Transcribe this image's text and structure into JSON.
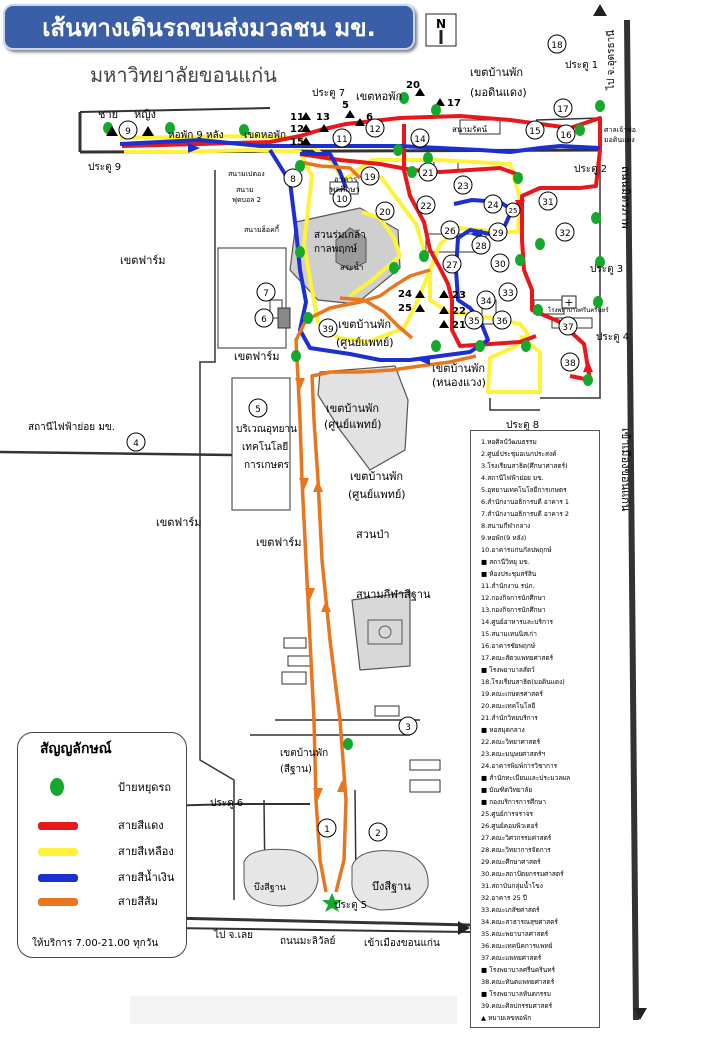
{
  "title": "เส้นทางเดินรถขนส่งมวลชน มข.",
  "university_name": "มหาวิทยาลัยขอนแก่น",
  "map": {
    "labels": {
      "gate1": "ประตู 1",
      "gate2": "ประตู 2",
      "gate3": "ประตู 3",
      "gate4": "ประตู 4",
      "gate5": "ประตู 5",
      "gate6": "ประตู 6",
      "gate7": "ประตู 7",
      "gate8": "ประตู 8",
      "gate9": "ประตู 9",
      "to_udon": "ไป จ.อุดรธานี",
      "road_mittraphap": "ถนนมิตรภาพ",
      "to_khonkaen_city": "เข้าเมืองขอนแก่น",
      "to_khonkaen_city_bottom": "เข้าเมืองขอนแก่น",
      "to_loei": "ไป จ.เลย",
      "road_mali": "ถนนมะลิวัลย์",
      "men": "ชาย",
      "women": "หญิง",
      "dorm9": "หอพัก 9 หลัง",
      "dorm_zone_top": "เขตหอพัก",
      "home_zone_top": "เขตบ้านพัก",
      "home_zone_top_sub": "(มอดินแดง)",
      "dorm_zone_left": "เขตหอพัก",
      "home_zone_center": "เขตบ้านพัก",
      "home_zone_center_sub": "(ศูนย์แพทย์)",
      "home_zone_center2": "เขตบ้านพัก",
      "home_zone_center2_sub": "(ศูนย์แพทย์)",
      "home_zone_center3": "เขตบ้านพัก",
      "home_zone_center3_sub": "(ศูนย์แพทย์)",
      "home_zone_nongwaeng": "เขตบ้านพัก",
      "home_zone_nongwaeng_sub": "(หนองแวง)",
      "home_zone_sithan": "เขตบ้านพัก",
      "home_zone_sithan_sub": "(สีฐาน)",
      "farm1": "เขตฟาร์ม",
      "farm2": "เขตฟาร์ม",
      "farm3": "เขตฟาร์ม",
      "farm4": "เขตฟาร์ม",
      "park_name": "สวนร่มเกล้า",
      "park_name2": "กาลพฤกษ์",
      "pond": "สระน้ำ",
      "forest": "สวนป่า",
      "stadium": "สนามกีฬาสีฐาน",
      "bueng_sithan_l": "บึงสีฐาน",
      "bueng_sithan_r": "บึงสีฐาน",
      "tech_park": "บริเวณอุทยาน",
      "tech_park2": "เทคโนโลยี",
      "tech_park3": "การเกษตร",
      "substation": "สถานีไฟฟ้าย่อย มข.",
      "rattana_field": "สนามรัตน์",
      "petanque": "สนามเปตอง",
      "football": "สนาม",
      "football2": "ฟุตบอล 2",
      "hockey": "สนามฮ็อคกี้",
      "hall": "อาคาร",
      "hall2": "พลศึกษา",
      "hospital": "โรงพยาบาลศรีนครินทร์",
      "souvenir": "ศาลเจ้าพ่อ",
      "souvenir2": "มอดินแดง"
    },
    "buildings": [
      "1",
      "2",
      "3",
      "4",
      "5",
      "6",
      "7",
      "8",
      "9",
      "10",
      "11",
      "12",
      "14",
      "15",
      "16",
      "17",
      "18",
      "19",
      "20",
      "21",
      "22",
      "23",
      "24",
      "25",
      "26",
      "27",
      "28",
      "29",
      "30",
      "31",
      "32",
      "33",
      "34",
      "35",
      "36",
      "37",
      "38",
      "39"
    ],
    "dorm_markers": [
      "11",
      "12",
      "15",
      "13",
      "5",
      "6",
      "20",
      "17",
      "24",
      "23",
      "25",
      "22",
      "21"
    ],
    "north_symbol": "N"
  },
  "legend": {
    "title": "สัญญลักษณ์",
    "stop": "ป้ายหยุดรถ",
    "red": "สายสีแดง",
    "yellow": "สายสีเหลือง",
    "blue": "สายสีน้ำเงิน",
    "orange": "สายสีส้ม",
    "hours": "ให้บริการ 7.00-21.00 ทุกวัน",
    "colors": {
      "stop": "#14a82c",
      "red": "#e8171c",
      "yellow": "#fff23a",
      "blue": "#1c2fd1",
      "orange": "#e8761e"
    }
  },
  "key": {
    "items": [
      "1.หอศิลป์วัฒนธรรม",
      "2.ศูนย์ประชุมอเนกประสงค์",
      "3.โรงเรียนสาธิต(ศึกษาศาสตร์)",
      "4.สถานีไฟฟ้าย่อย มข.",
      "5.อุทยานเทคโนโลยีการเกษตร",
      "6.สำนักงานอธิการบดี อาคาร 1",
      "7.สำนักงานอธิการบดี อาคาร 2",
      "8.สนามกีฬากลาง",
      "9.หอพัก(9 หลัง)",
      "10.อาคารแก่นกัลปพฤกษ์",
      "■ สถานีวิทยุ มข.",
      "■ ห้องประชุมสรัสิน",
      "11.สำนักงาน รปภ.",
      "12.กองกิจการนักศึกษา",
      "13.กองกิจการนักศึกษา",
      "14.ศูนย์อาหารและบริการ",
      "15.สนามเทนนิสเก่า",
      "16.อาคารชัยพฤกษ์",
      "17.คณะสัตวแพทยศาสตร์",
      "■ โรงพยาบาลสัตว์",
      "18.โรงเรียนสาธิต(มอดินแดง)",
      "19.คณะเกษตรศาสตร์",
      "20.คณะเทคโนโลยี",
      "21.สำนักวิทยบริการ",
      "■ หอสมุดกลาง",
      "22.คณะวิทยาศาสตร์",
      "23.คณะมนุษยศาสตร์ฯ",
      "24.อาคารพิมพ์การวิชาการ",
      "■ สำนักทะเบียนและประมวลผล",
      "■ บัณฑิตวิทยาลัย",
      "■ กองบริการการศึกษา",
      "25.ศูนย์การจราจร",
      "26.ศูนย์คอมพิวเตอร์",
      "27.คณะวิศวกรรมศาสตร์",
      "28.คณะวิทยาการจัดการ",
      "29.คณะศึกษาศาสตร์",
      "30.คณะสถาปัตยกรรมศาสตร์",
      "31.สถาบันกลุ่มน้ำโขง",
      "32.อาคาร 25 ปี",
      "33.คณะเภสัชศาสตร์",
      "34.คณะสาธารณสุขศาสตร์",
      "35.คณะพยาบาลศาสตร์",
      "36.คณะเทคนิคการแพทย์",
      "37.คณะแพทยศาสตร์",
      "■ โรงพยาบาลศรีนครินทร์",
      "38.คณะทันตแพทยศาสตร์",
      "■ โรงพยาบาลทันตกรรม",
      "39.คณะศิลปกรรมศาสตร์",
      "▲ หมายเลขหอพัก"
    ]
  }
}
